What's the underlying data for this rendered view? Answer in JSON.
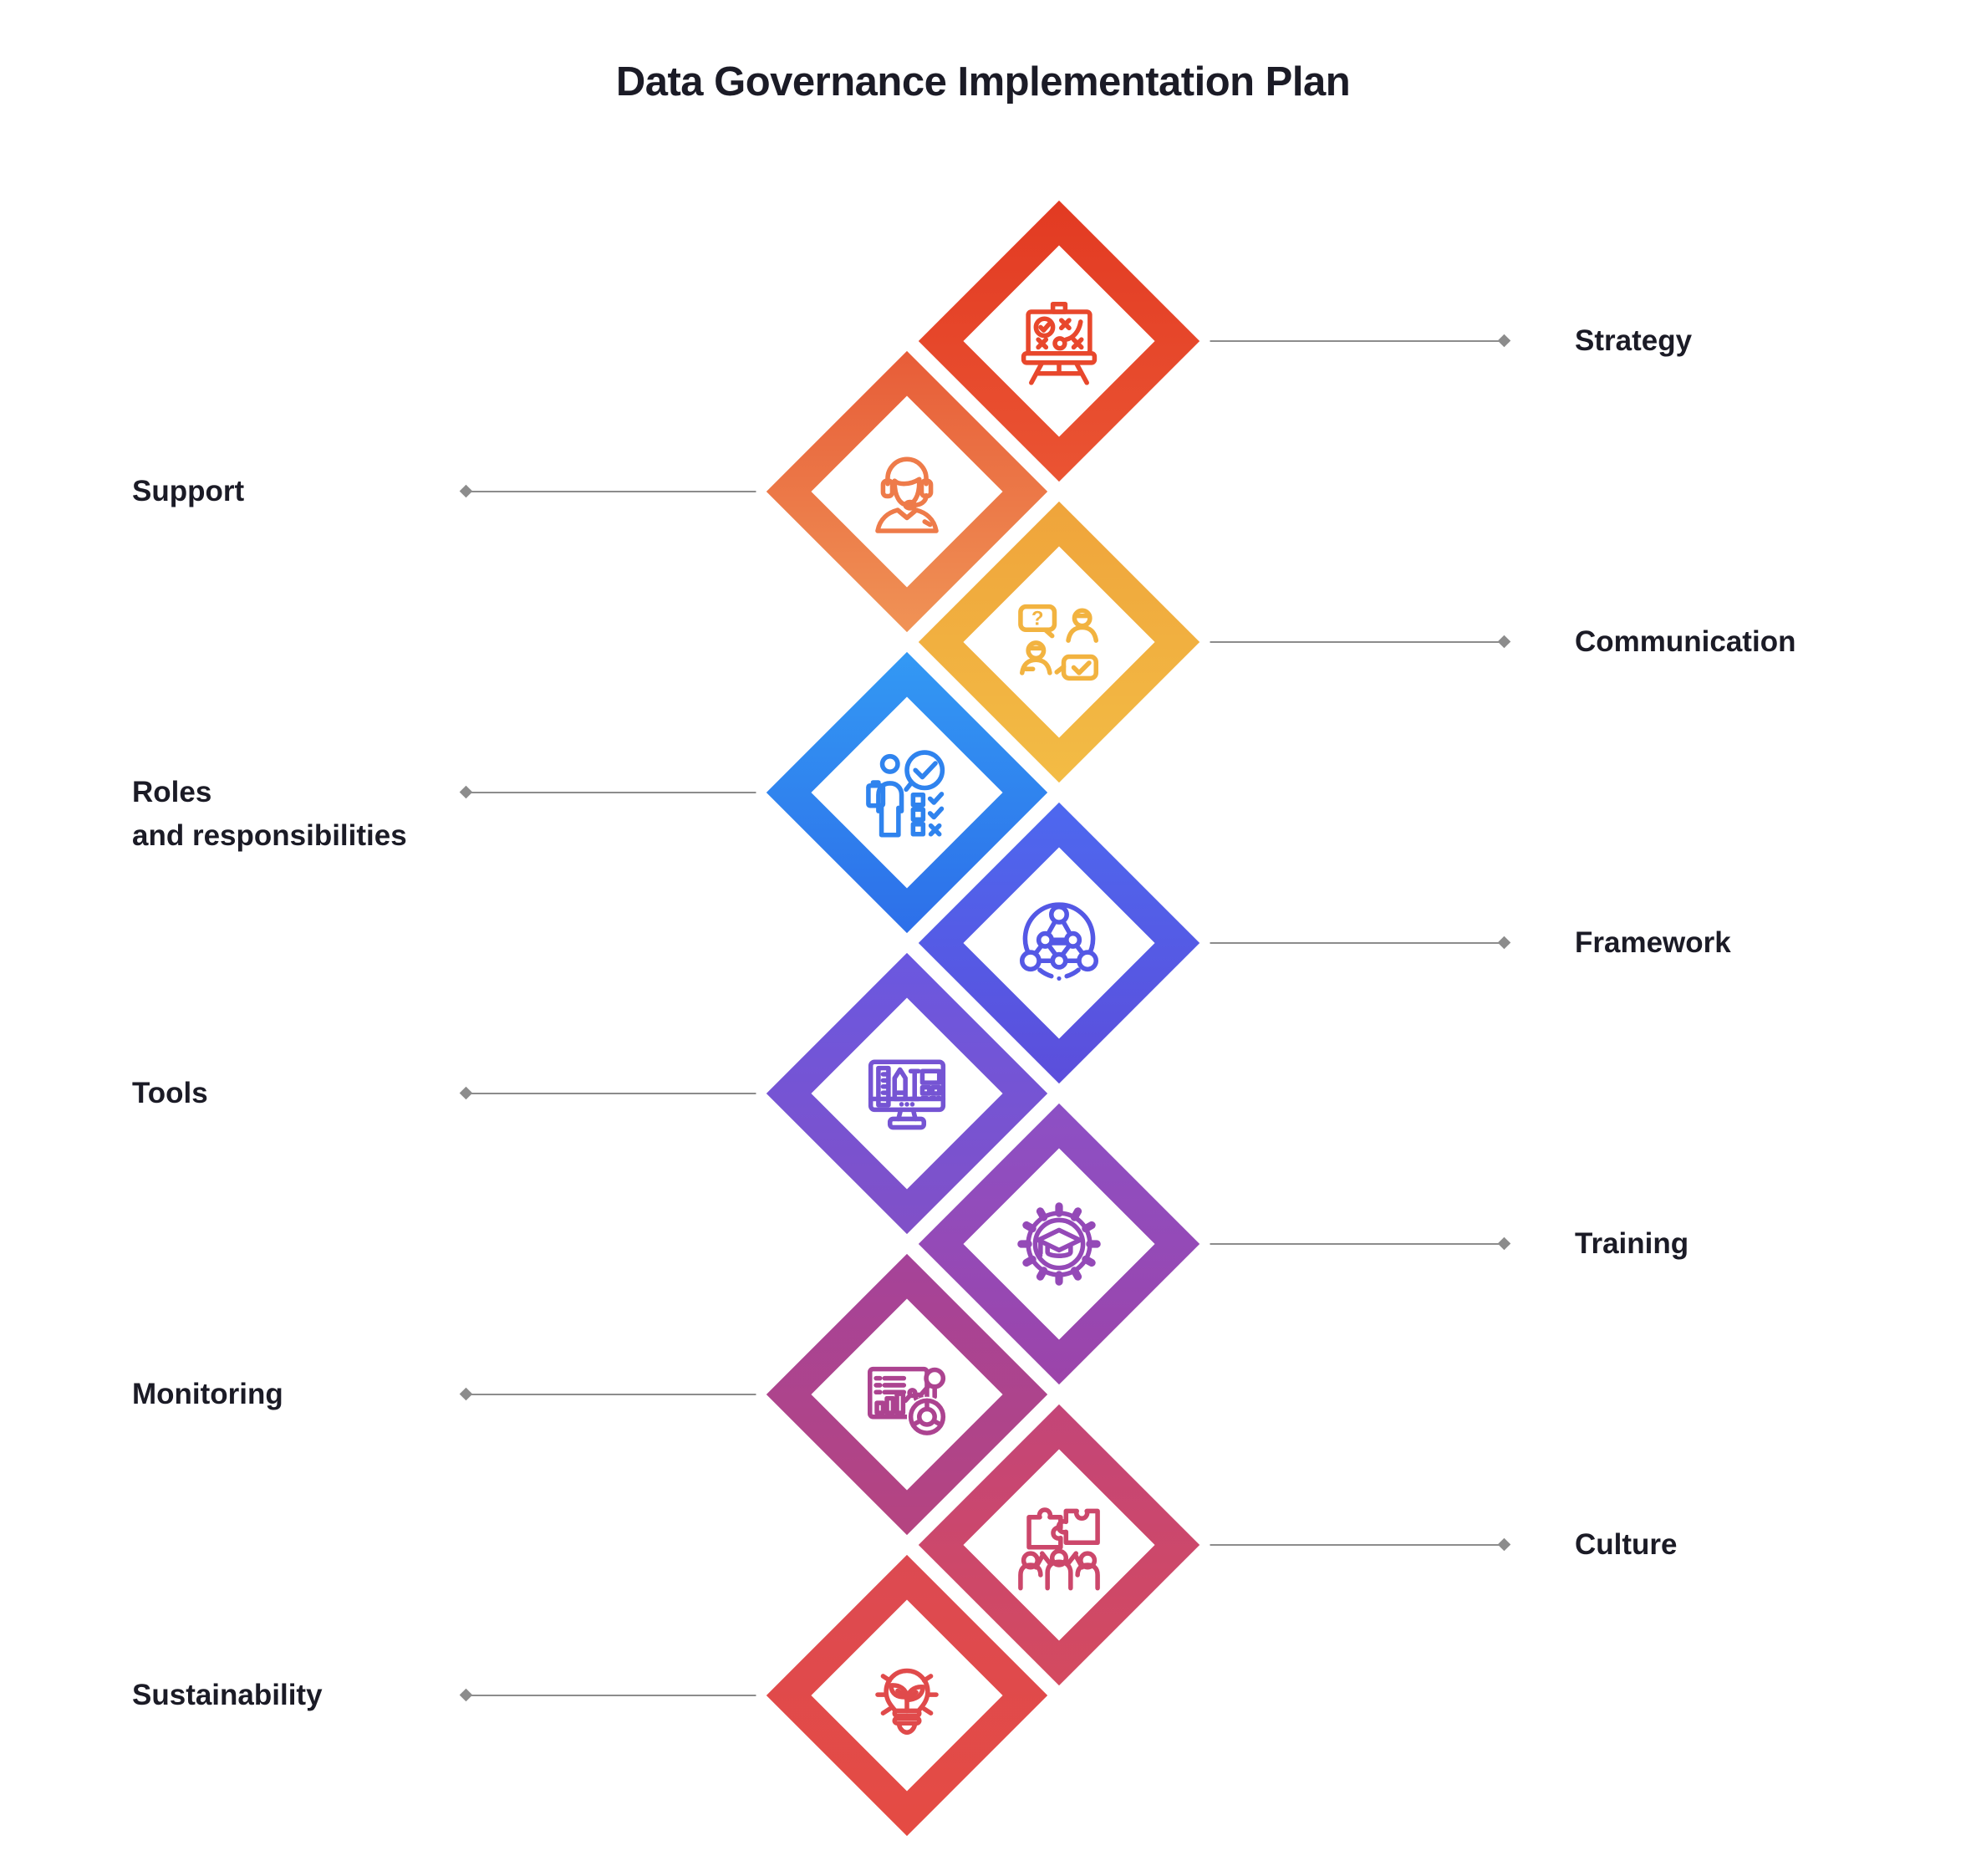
{
  "title": "Data Governance Implementation Plan",
  "colors": {
    "background": "#ffffff",
    "title_text": "#1b1b26",
    "label_text": "#1b1b26",
    "connector_line": "#8c8c8c",
    "connector_dot": "#8c8c8c",
    "diamond_outline": "#ffffff"
  },
  "items": [
    {
      "label": "Strategy",
      "side": "right",
      "icon": "strategy-board-icon",
      "gradient": [
        "#E23A22",
        "#EA5433"
      ],
      "icon_color": "#E8472C"
    },
    {
      "label": "Support",
      "side": "left",
      "icon": "support-agent-icon",
      "gradient": [
        "#E75C38",
        "#F09356"
      ],
      "icon_color": "#EE7B4A"
    },
    {
      "label": "Communication",
      "side": "right",
      "icon": "conversation-icon",
      "gradient": [
        "#EFA43B",
        "#F3BC45"
      ],
      "icon_color": "#F2B340"
    },
    {
      "label": "Roles",
      "label2": "and responsibilities",
      "side": "left",
      "icon": "roles-checklist-icon",
      "gradient": [
        "#3399F4",
        "#2D6FE9"
      ],
      "icon_color": "#2F83EE"
    },
    {
      "label": "Framework",
      "side": "right",
      "icon": "network-icon",
      "gradient": [
        "#4D68EF",
        "#5C4EDB"
      ],
      "icon_color": "#5458E5"
    },
    {
      "label": "Tools",
      "side": "left",
      "icon": "design-tools-icon",
      "gradient": [
        "#6A58E0",
        "#8150C7"
      ],
      "icon_color": "#7554D3"
    },
    {
      "label": "Training",
      "side": "right",
      "icon": "gear-graduation-icon",
      "gradient": [
        "#8C50C5",
        "#9C44A9"
      ],
      "icon_color": "#9449B7"
    },
    {
      "label": "Monitoring",
      "side": "left",
      "icon": "analytics-dashboard-icon",
      "gradient": [
        "#A54399",
        "#B54480"
      ],
      "icon_color": "#AC4390"
    },
    {
      "label": "Culture",
      "side": "right",
      "icon": "teamwork-puzzle-icon",
      "gradient": [
        "#C34578",
        "#D44A5F"
      ],
      "icon_color": "#CC476B"
    },
    {
      "label": "Sustainability",
      "side": "left",
      "icon": "eco-bulb-icon",
      "gradient": [
        "#DC4A52",
        "#E54B43"
      ],
      "icon_color": "#E04A4B"
    }
  ]
}
